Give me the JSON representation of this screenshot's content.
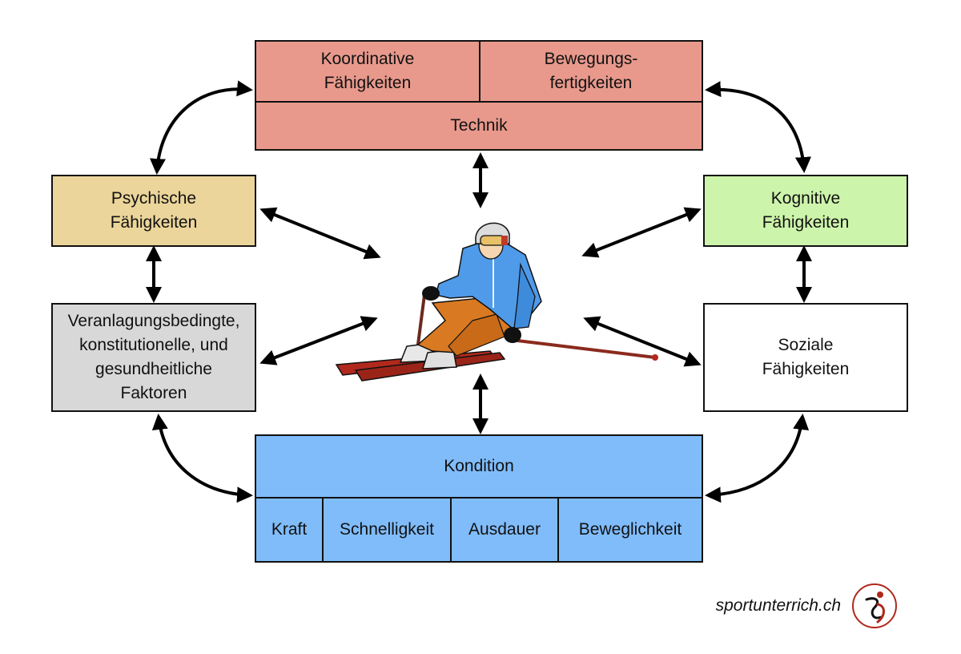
{
  "technik_group": {
    "koordinative": "Koordinative\nFähigkeiten",
    "bewegung": "Bewegungs-\nfertigkeiten",
    "technik": "Technik",
    "color": "#e8998c"
  },
  "psychische": {
    "label": "Psychische\nFähigkeiten",
    "color": "#ebd59a"
  },
  "kognitive": {
    "label": "Kognitive\nFähigkeiten",
    "color": "#cdf4ab"
  },
  "veranlagung": {
    "label": "Veranlagungsbedingte,\nkonstitutionelle, und\ngesundheitliche\nFaktoren",
    "color": "#d8d8d8"
  },
  "soziale": {
    "label": "Soziale\nFähigkeiten",
    "color": "#ffffff"
  },
  "kondition_group": {
    "kondition": "Kondition",
    "items": [
      "Kraft",
      "Schnelligkeit",
      "Ausdauer",
      "Beweglichkeit"
    ],
    "color": "#80bcfa"
  },
  "center_icon": "skier-illustration",
  "logo_icon": "sportunterricht-logo",
  "brand": "sportunterrich.ch"
}
